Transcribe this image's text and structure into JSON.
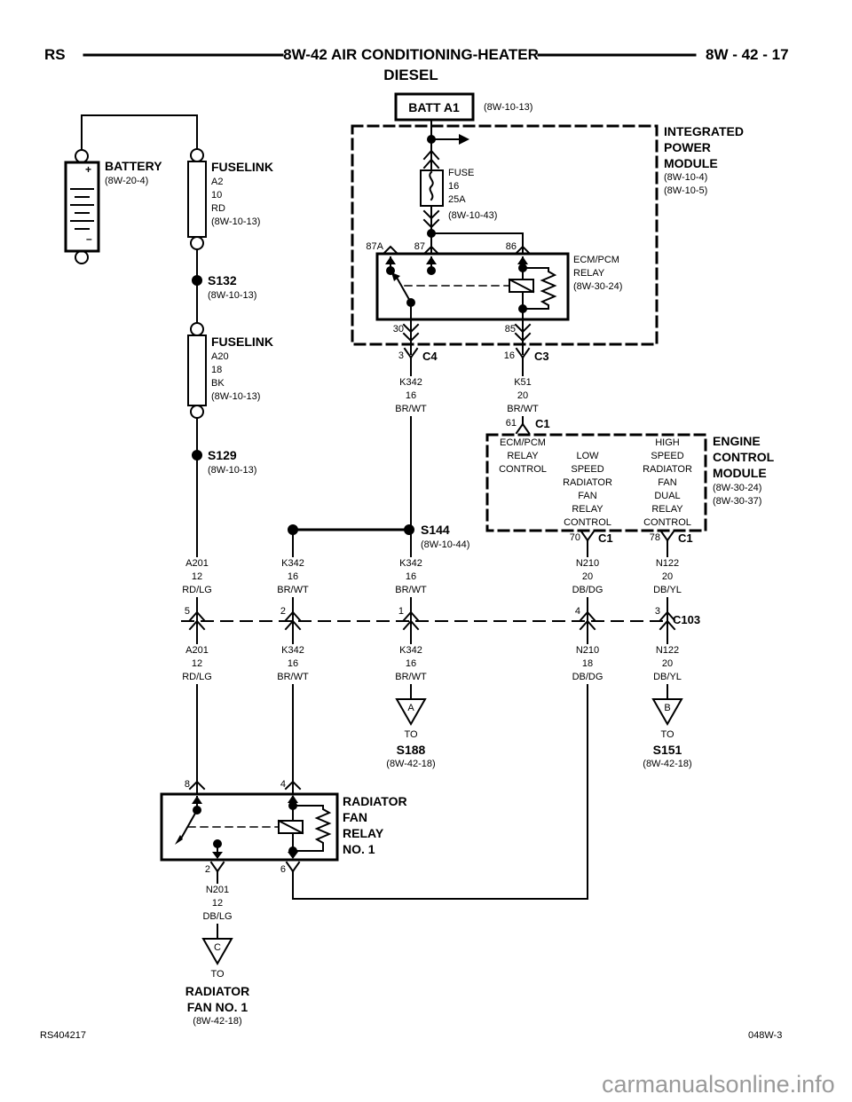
{
  "header": {
    "code": "RS",
    "title": "8W-42 AIR CONDITIONING-HEATER",
    "subtitle": "DIESEL",
    "page_ref": "8W - 42 - 17"
  },
  "footer": {
    "doc_number": "RS404217",
    "sheet_number": "048W-3",
    "watermark": "carmanualsonline.info"
  },
  "battery": {
    "name": "BATTERY",
    "ref": "(8W-20-4)",
    "plus": "+",
    "minus": "–"
  },
  "fuselink_a2": {
    "name": "FUSELINK",
    "detail": [
      "A2",
      "10",
      "RD",
      "(8W-10-13)"
    ]
  },
  "splice_s132": {
    "name": "S132",
    "ref": "(8W-10-13)"
  },
  "fuselink_a20": {
    "name": "FUSELINK",
    "detail": [
      "A20",
      "18",
      "BK",
      "(8W-10-13)"
    ]
  },
  "splice_s129": {
    "name": "S129",
    "ref": "(8W-10-13)"
  },
  "batt_feed": {
    "name": "BATT A1",
    "ref": "(8W-10-13)"
  },
  "ipm": {
    "name": [
      "INTEGRATED",
      "POWER",
      "MODULE"
    ],
    "refs": [
      "(8W-10-4)",
      "(8W-10-5)"
    ]
  },
  "fuse": {
    "detail": [
      "FUSE",
      "16",
      "25A"
    ],
    "ref": "(8W-10-43)"
  },
  "ecm_pcm_relay": {
    "name": [
      "ECM/PCM",
      "RELAY",
      "(8W-30-24)"
    ],
    "pins": {
      "p87a": "87A",
      "p87": "87",
      "p86": "86",
      "p30": "30",
      "p85": "85"
    }
  },
  "connectors": {
    "c4": {
      "pin": "3",
      "name": "C4"
    },
    "c3": {
      "pin": "16",
      "name": "C3"
    },
    "c1_61": {
      "pin": "61",
      "name": "C1"
    },
    "c1_70": {
      "pin": "70",
      "name": "C1"
    },
    "c1_78": {
      "pin": "78",
      "name": "C1"
    },
    "c103": {
      "name": "C103",
      "pins": [
        "5",
        "2",
        "1",
        "4",
        "3"
      ]
    }
  },
  "wires": {
    "k342_c4": [
      "K342",
      "16",
      "BR/WT"
    ],
    "k51_c3": [
      "K51",
      "20",
      "BR/WT"
    ],
    "row_above_c103": [
      [
        "A201",
        "12",
        "RD/LG"
      ],
      [
        "K342",
        "16",
        "BR/WT"
      ],
      [
        "K342",
        "16",
        "BR/WT"
      ],
      [
        "N210",
        "20",
        "DB/DG"
      ],
      [
        "N122",
        "20",
        "DB/YL"
      ]
    ],
    "row_below_c103": [
      [
        "A201",
        "12",
        "RD/LG"
      ],
      [
        "K342",
        "16",
        "BR/WT"
      ],
      [
        "K342",
        "16",
        "BR/WT"
      ],
      [
        "N210",
        "18",
        "DB/DG"
      ],
      [
        "N122",
        "20",
        "DB/YL"
      ]
    ],
    "n201": [
      "N201",
      "12",
      "DB/LG"
    ]
  },
  "ecm": {
    "functions": [
      [
        "ECM/PCM",
        "RELAY",
        "CONTROL"
      ],
      [
        "LOW",
        "SPEED",
        "RADIATOR",
        "FAN",
        "RELAY",
        "CONTROL"
      ],
      [
        "HIGH",
        "SPEED",
        "RADIATOR",
        "FAN",
        "DUAL",
        "RELAY",
        "CONTROL"
      ]
    ],
    "name": [
      "ENGINE",
      "CONTROL",
      "MODULE"
    ],
    "refs": [
      "(8W-30-24)",
      "(8W-30-37)"
    ]
  },
  "splice_s144": {
    "name": "S144",
    "ref": "(8W-10-44)"
  },
  "takeouts": {
    "a": {
      "letter": "A",
      "to": "TO",
      "name": "S188",
      "ref": "(8W-42-18)"
    },
    "b": {
      "letter": "B",
      "to": "TO",
      "name": "S151",
      "ref": "(8W-42-18)"
    },
    "c": {
      "letter": "C",
      "to": "TO",
      "name": [
        "RADIATOR",
        "FAN NO. 1"
      ],
      "ref": "(8W-42-18)"
    }
  },
  "fan_relay": {
    "name": [
      "RADIATOR",
      "FAN",
      "RELAY",
      "NO. 1"
    ],
    "pins": {
      "p8": "8",
      "p4": "4",
      "p2": "2",
      "p6": "6"
    }
  },
  "colors": {
    "line": "#000000",
    "watermark": "#9a9a9a",
    "background": "#ffffff"
  }
}
